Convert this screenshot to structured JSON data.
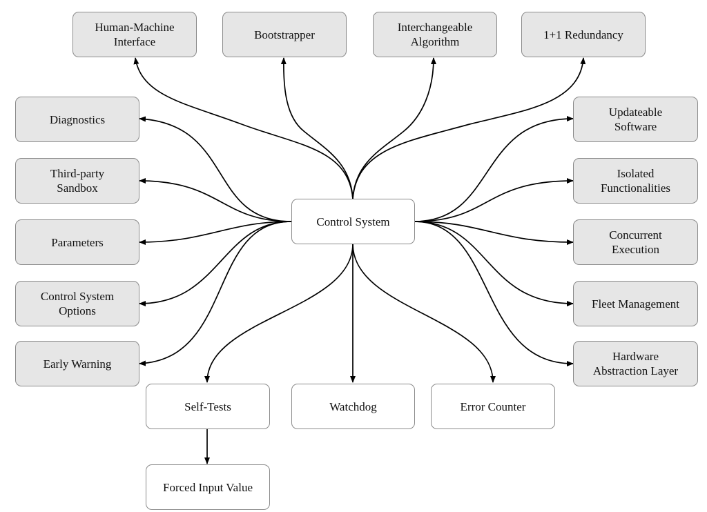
{
  "center": {
    "label": "Control System"
  },
  "nodes": {
    "hmi": {
      "label": "Human-Machine\nInterface"
    },
    "bootstrapper": {
      "label": "Bootstrapper"
    },
    "interchangeable": {
      "label": "Interchangeable\nAlgorithm"
    },
    "redundancy": {
      "label": "1+1 Redundancy"
    },
    "diagnostics": {
      "label": "Diagnostics"
    },
    "sandbox": {
      "label": "Third-party\nSandbox"
    },
    "parameters": {
      "label": "Parameters"
    },
    "options": {
      "label": "Control System\nOptions"
    },
    "early_warning": {
      "label": "Early Warning"
    },
    "updateable": {
      "label": "Updateable\nSoftware"
    },
    "isolated": {
      "label": "Isolated\nFunctionalities"
    },
    "concurrent": {
      "label": "Concurrent\nExecution"
    },
    "fleet": {
      "label": "Fleet Management"
    },
    "hal": {
      "label": "Hardware\nAbstraction Layer"
    },
    "self_tests": {
      "label": "Self-Tests"
    },
    "watchdog": {
      "label": "Watchdog"
    },
    "error_counter": {
      "label": "Error Counter"
    },
    "forced_input": {
      "label": "Forced Input Value"
    }
  },
  "colors": {
    "grey_node": "#e6e6e6",
    "white_node": "#ffffff",
    "border": "#8a8a8a",
    "edge": "#000000"
  }
}
